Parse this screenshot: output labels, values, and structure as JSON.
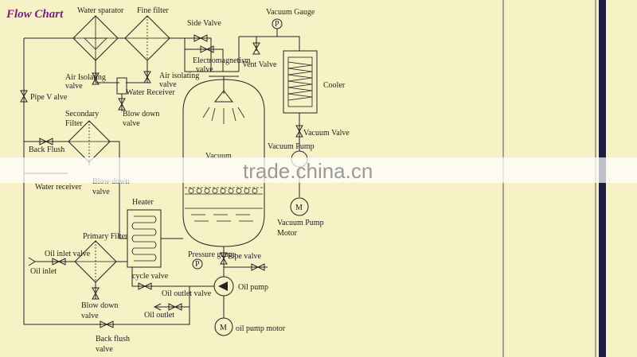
{
  "title": "Flow Chart",
  "labels": {
    "water_separator": "Water sparator",
    "fine_filter": "Fine filter",
    "side_valve": "Side Valve",
    "vacuum_gauge": "Vacuum Gauge",
    "gauge_symbol": "P",
    "electromagnetism_valve_l1": "Electromagnetism",
    "electromagnetism_valve_l2": "valve",
    "vent_valve": "Vent Valve",
    "air_isolating_valve_1_l1": "Air Isolating",
    "air_isolating_valve_1_l2": "valve",
    "air_isolating_valve_2_l1": "Air isolating",
    "air_isolating_valve_2_l2": "valve",
    "water_receiver": "Water Receiver",
    "pipe_valve_left": "Pipe V alve",
    "cooler": "Cooler",
    "secondary_filter_l1": "Secondary",
    "secondary_filter_l2": "Filter",
    "blow_down_valve_1_l1": "Blow down",
    "blow_down_valve_1_l2": "valve",
    "vacuum_valve": "Vacuum Valve",
    "vacuum_pump": "Vacuum Pump",
    "back_flush": "Back Flush",
    "vacuum_tank": "Vacuum",
    "water_receiver_2": "Water receiver",
    "blow_down_valve_2_l1": "Blow down",
    "blow_down_valve_2_l2": "valve",
    "heater": "Heater",
    "vacuum_pump_motor_l1": "Vacuum Pump",
    "vacuum_pump_motor_l2": "Motor",
    "motor_symbol": "M",
    "primary_filter": "Primary Filter",
    "oil_inlet_valve": "Oil inlet valve",
    "oil_inlet": "Oil inlet",
    "pressure_gauge": "Pressure gauge",
    "pipe_valve_right": "Pipe valve",
    "cycle_valve": "cycle valve",
    "oil_pump": "Oil pump",
    "oil_outlet_valve": "Oil outlet valve",
    "oil_outlet": "Oil outlet",
    "blow_down_valve_3_l1": "Blow down",
    "blow_down_valve_3_l2": "valve",
    "oil_pump_motor": "oil pump motor",
    "back_flush_valve_l1": "Back flush",
    "back_flush_valve_l2": "valve"
  },
  "watermark": "trade.china.cn",
  "colors": {
    "background": "#f7f1c6",
    "line": "#222222",
    "title": "#7a1a8c",
    "side_bar": "#1c1f3d"
  }
}
